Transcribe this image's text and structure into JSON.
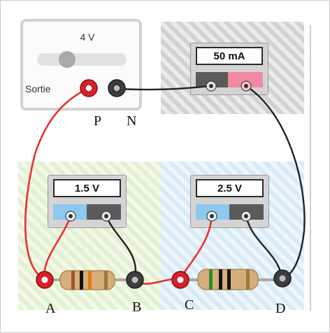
{
  "power_supply": {
    "voltage": "4 V",
    "output_label": "Sortie"
  },
  "ammeter": {
    "reading": "50 mA"
  },
  "voltmeter_1": {
    "reading": "1.5 V"
  },
  "voltmeter_2": {
    "reading": "2.5 V"
  },
  "terminals": {
    "p": "P",
    "n": "N"
  },
  "points": {
    "a": "A",
    "b": "B",
    "c": "C",
    "d": "D"
  },
  "colors": {
    "positive_wire": "#e8312f",
    "negative_wire": "#222222",
    "voltmeter_plus_port": "#8ec8ee",
    "ammeter_plus_port": "#f28aa3"
  }
}
